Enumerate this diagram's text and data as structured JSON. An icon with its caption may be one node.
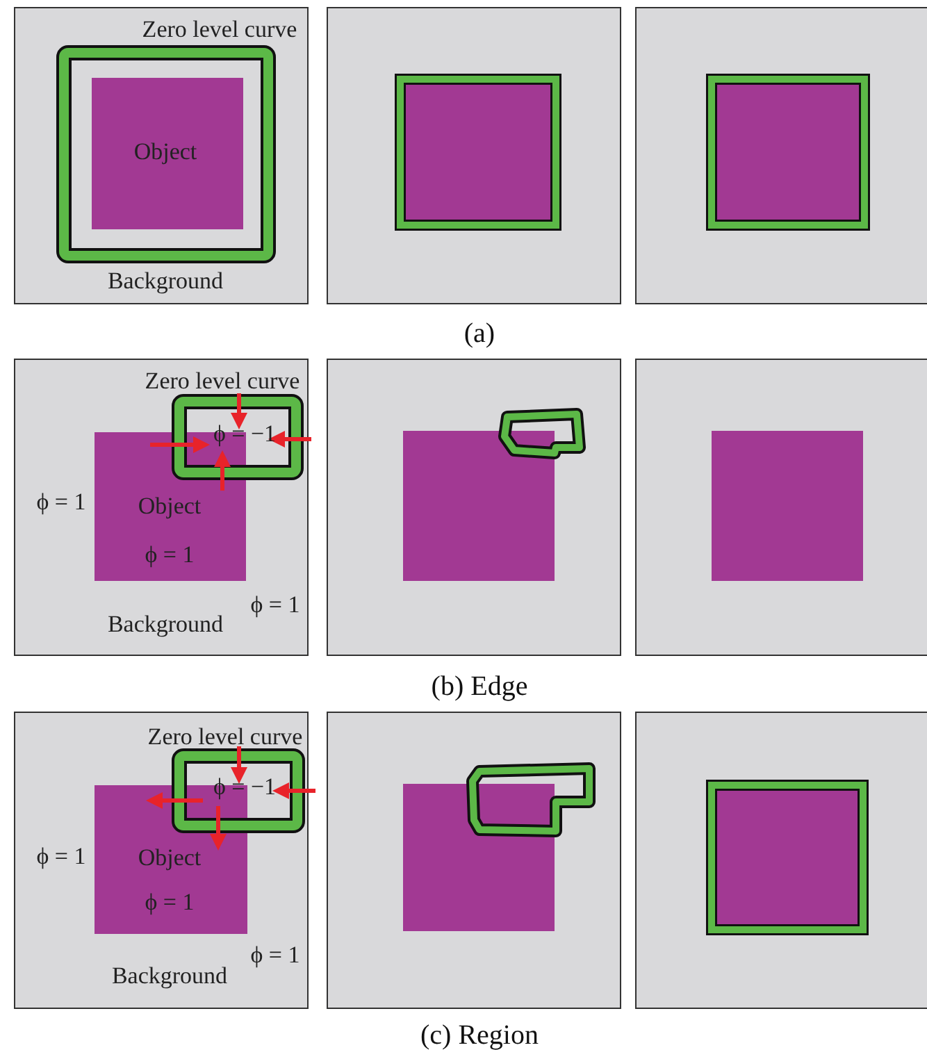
{
  "diagram": {
    "labels": [
      "Zero level curve",
      "Object",
      "Background",
      "(a)",
      "Zero level curve",
      "ϕ = −1",
      "ϕ = 1",
      "Object",
      "ϕ = 1",
      "ϕ = 1",
      "Background",
      "(b) Edge",
      "Zero level curve",
      "ϕ = −1",
      "ϕ = 1",
      "Object",
      "ϕ = 1",
      "ϕ = 1",
      "Background",
      "(c) Region"
    ]
  }
}
